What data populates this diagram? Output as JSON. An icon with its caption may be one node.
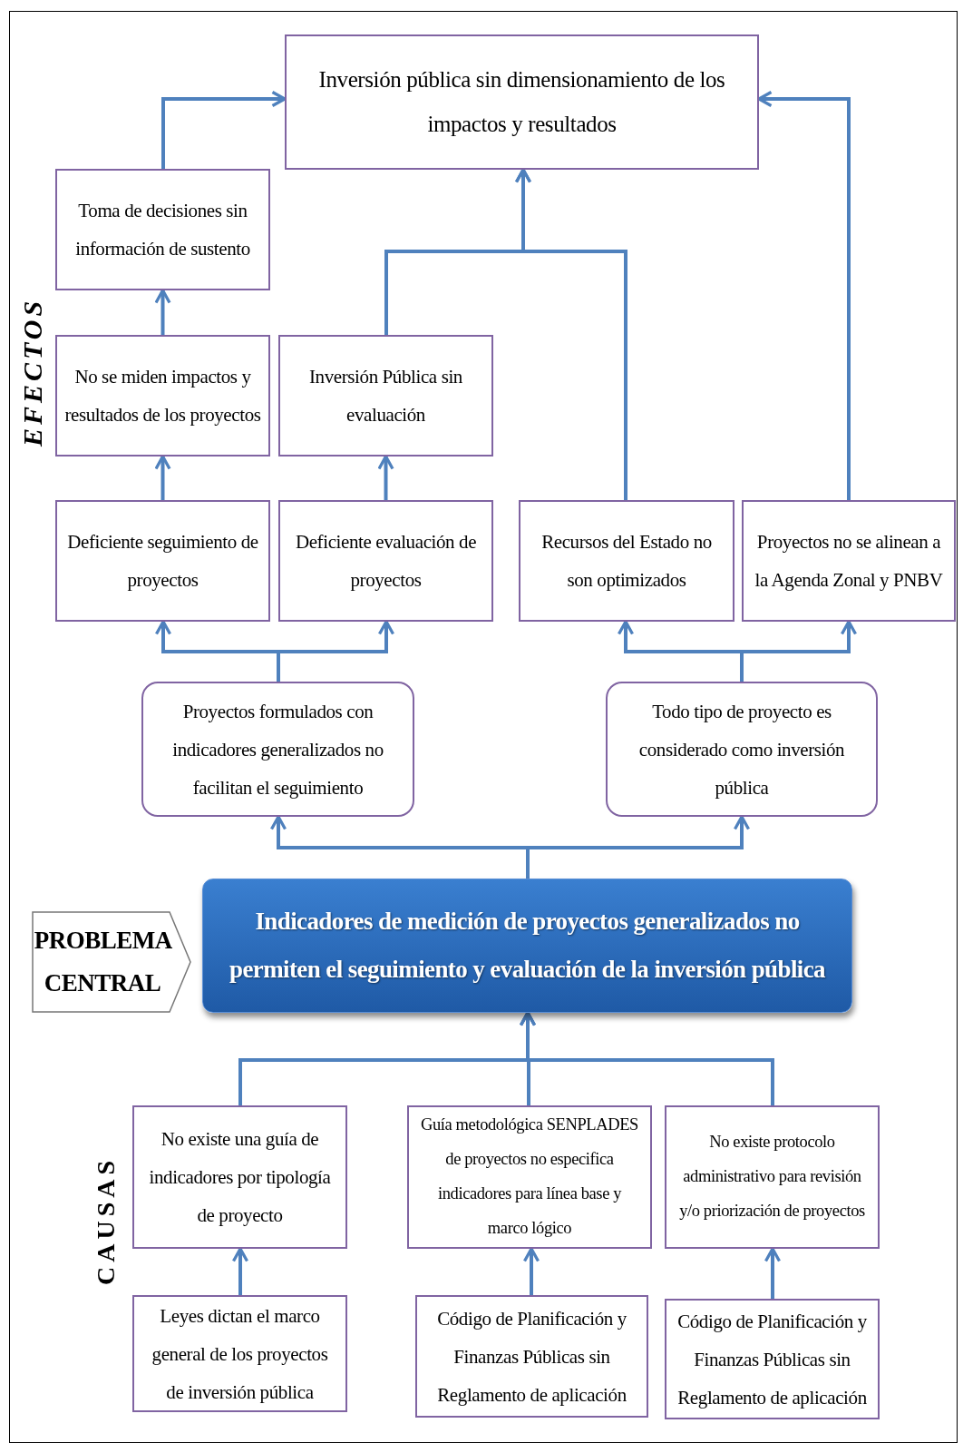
{
  "diagram": {
    "nodes": [
      {
        "text": [
          "Inversión pública sin dimensionamiento de los impactos y resultados"
        ]
      },
      {
        "text": [
          "Toma de decisiones sin información de sustento"
        ]
      },
      {
        "text": [
          "No se miden impactos y resultados de los proyectos"
        ]
      },
      {
        "text": [
          "Inversión Pública sin evaluación"
        ]
      },
      {
        "text": [
          "Deficiente seguimiento de proyectos"
        ]
      },
      {
        "text": [
          "Deficiente evaluación de proyectos"
        ]
      },
      {
        "text": [
          "Recursos del Estado no son optimizados"
        ]
      },
      {
        "text": [
          "Proyectos no se alinean a la Agenda Zonal y PNBV"
        ]
      },
      {
        "text": [
          "Proyectos formulados con indicadores generalizados no facilitan el seguimiento"
        ]
      },
      {
        "text": [
          "Todo tipo de proyecto es considerado como inversión pública"
        ]
      },
      {
        "text": [
          "PROBLEMA CENTRAL"
        ]
      },
      {
        "text": [
          "Indicadores de medición de proyectos generalizados no permiten el seguimiento y evaluación de la inversión pública"
        ]
      },
      {
        "text": [
          "No existe una guía de indicadores por tipología de proyecto"
        ]
      },
      {
        "text": [
          "Guía metodológica SENPLADES de proyectos no especifica indicadores para línea base y marco lógico"
        ]
      },
      {
        "text": [
          "No existe protocolo administrativo para revisión y/o priorización de proyectos"
        ]
      },
      {
        "text": [
          "Leyes dictan el marco general de los proyectos de inversión pública"
        ]
      },
      {
        "text": [
          "Código de Planificación y Finanzas Públicas sin Reglamento de aplicación"
        ]
      },
      {
        "text": [
          "Código de Planificación y Finanzas Públicas sin Reglamento de aplicación"
        ]
      }
    ],
    "edges": [
      {
        "from": 1,
        "to": 0,
        "arrow": "to"
      },
      {
        "from": 2,
        "to": 1,
        "arrow": "to"
      },
      {
        "from": 4,
        "to": 2,
        "arrow": "to"
      },
      {
        "from": 5,
        "to": 3,
        "arrow": "to"
      },
      {
        "from": 3,
        "to": 0,
        "arrow": "to"
      },
      {
        "from": 6,
        "to": 0,
        "arrow": "to"
      },
      {
        "from": 7,
        "to": 0,
        "arrow": "to"
      },
      {
        "from": 8,
        "to": 4,
        "arrow": "to"
      },
      {
        "from": 8,
        "to": 5,
        "arrow": "to"
      },
      {
        "from": 9,
        "to": 6,
        "arrow": "to"
      },
      {
        "from": 9,
        "to": 7,
        "arrow": "to"
      },
      {
        "from": 11,
        "to": 8,
        "arrow": "to"
      },
      {
        "from": 11,
        "to": 9,
        "arrow": "to"
      },
      {
        "from": 12,
        "to": 11,
        "arrow": "to"
      },
      {
        "from": 13,
        "to": 11,
        "arrow": "to"
      },
      {
        "from": 14,
        "to": 11,
        "arrow": "to"
      },
      {
        "from": 15,
        "to": 12,
        "arrow": "to"
      },
      {
        "from": 16,
        "to": 13,
        "arrow": "to"
      },
      {
        "from": 17,
        "to": 14,
        "arrow": "to"
      }
    ],
    "labels": [
      "EFECTOS",
      "CAUSAS"
    ]
  }
}
